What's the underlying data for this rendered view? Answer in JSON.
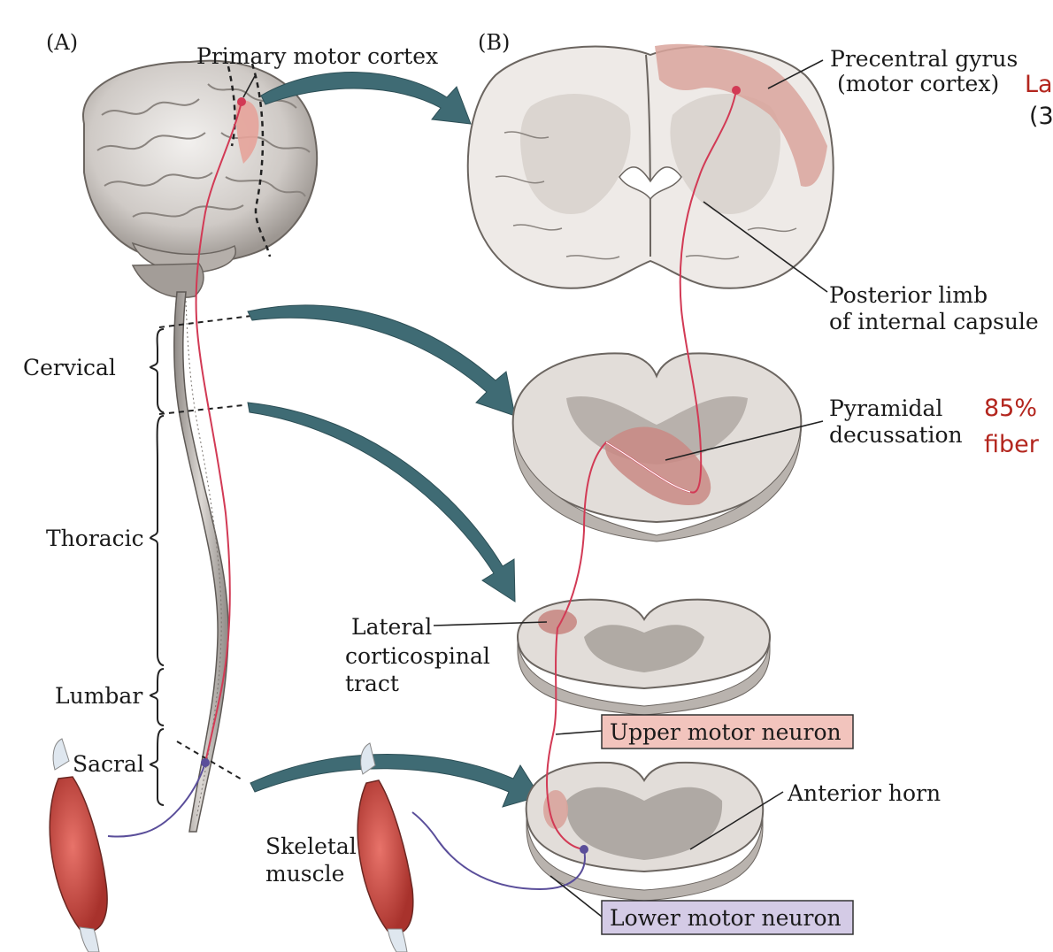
{
  "panels": {
    "a": "(A)",
    "b": "(B)"
  },
  "labels": {
    "primary_motor_cortex": "Primary motor cortex",
    "precentral_gyrus_1": "Precentral gyrus",
    "precentral_gyrus_2": "(motor cortex)",
    "posterior_limb_1": "Posterior limb",
    "posterior_limb_2": "of internal  capsule",
    "pyramidal_1": "Pyramidal",
    "pyramidal_2": "decussation",
    "lateral_1": "Lateral",
    "lateral_2": "corticospinal",
    "lateral_3": "tract",
    "anterior_horn": "Anterior horn",
    "skeletal_1": "Skeletal",
    "skeletal_2": "muscle"
  },
  "regions": {
    "cervical": "Cervical",
    "thoracic": "Thoracic",
    "lumbar": "Lumbar",
    "sacral": "Sacral"
  },
  "boxes": {
    "upper_motor_neuron": "Upper motor neuron",
    "lower_motor_neuron": "Lower motor neuron"
  },
  "notes": {
    "top_1": "La",
    "top_2": "(3",
    "mid_1": "85%",
    "mid_2": "fiber"
  },
  "colors": {
    "upper_neuron": "#d23a55",
    "lower_neuron": "#5a4e9a",
    "upper_box": "#f2c4bd",
    "lower_box": "#d4cbe6",
    "arrow": "#3f6b74",
    "tract": "#c98a84",
    "annotation": "#b3261e"
  }
}
